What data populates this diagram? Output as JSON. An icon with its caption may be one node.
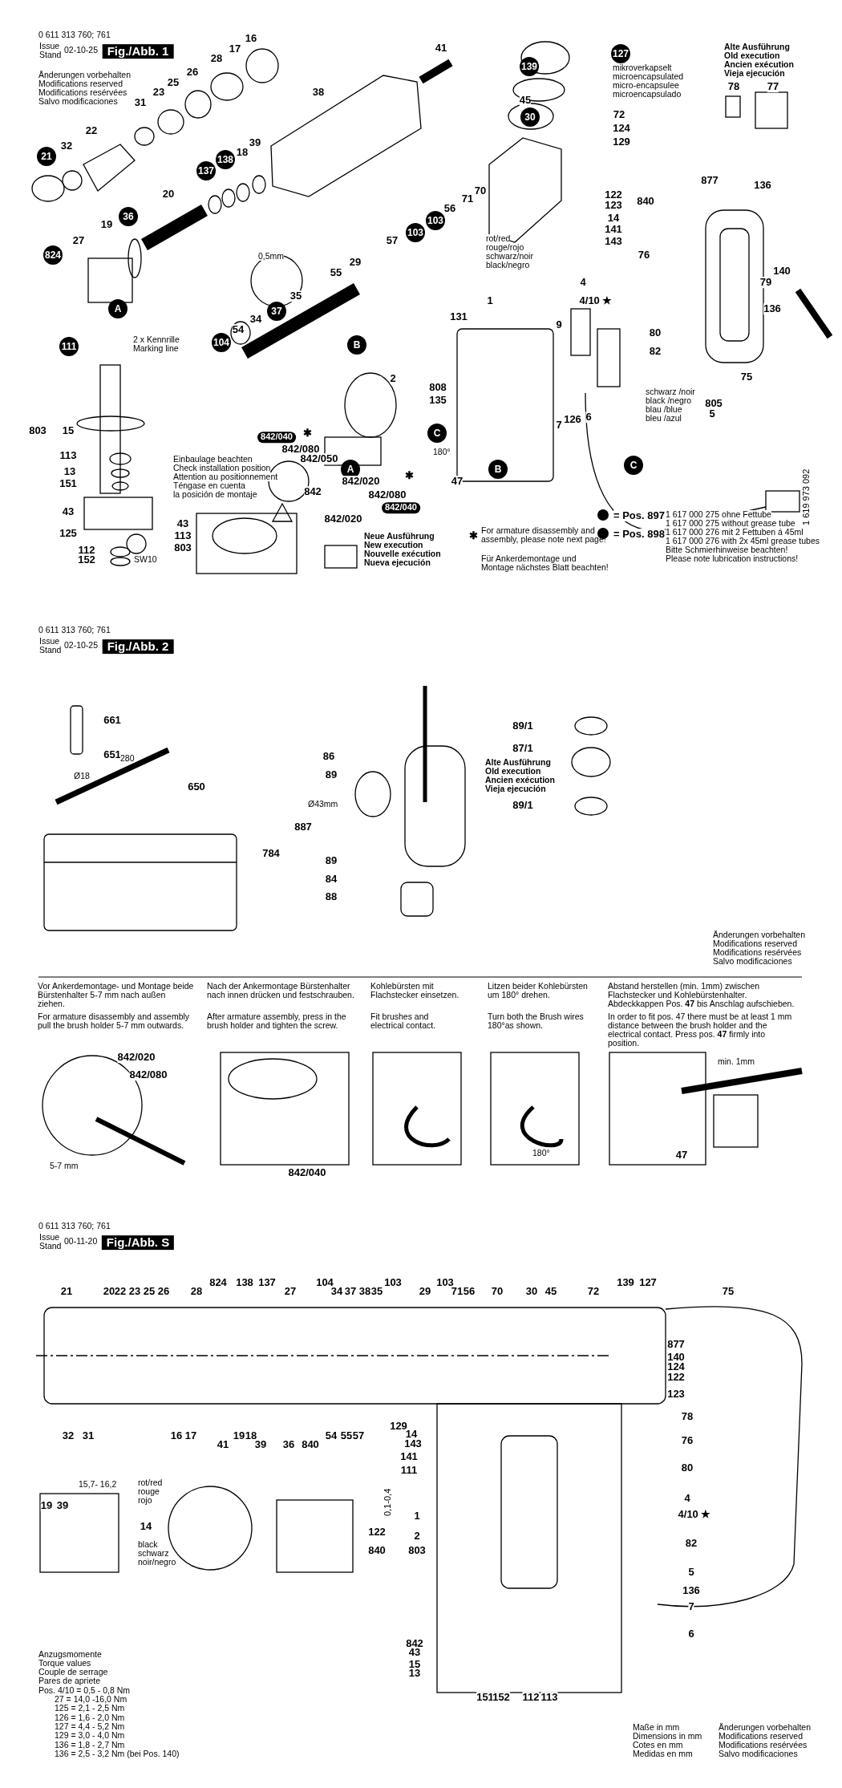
{
  "diagram": {
    "labels": [
      "0 611 313 760; 761",
      "Issue",
      "Stand",
      "02-10-25",
      "Fig./Abb. 1",
      "Änderungen vorbehalten",
      "Modifications reserved",
      "Modifications resérvées",
      "Salvo modificaciones",
      "16",
      "17",
      "28",
      "26",
      "25",
      "23",
      "31",
      "38",
      "22",
      "32",
      "21",
      "39",
      "18",
      "138",
      "137",
      "20",
      "36",
      "19",
      "27",
      "824",
      "A",
      "111",
      "2 x Kennrille",
      "Marking line",
      "41",
      "139",
      "127",
      "mikroverkapselt",
      "microencapsulated",
      "micro-encapsulee",
      "microencapsulado",
      "Alte Ausführung",
      "Old execution",
      "Ancien exécution",
      "Vieja ejecución",
      "78",
      "77",
      "45",
      "30",
      "72",
      "124",
      "129",
      "57",
      "103",
      "103",
      "56",
      "71",
      "70",
      "rot/red",
      "rouge/rojo",
      "schwarz/noir",
      "black/negro",
      "122",
      "123",
      "840",
      "14",
      "141",
      "143",
      "877",
      "136",
      "76",
      "4",
      "79",
      "140",
      "1",
      "4/10 ★",
      "131",
      "9",
      "80",
      "136",
      "82",
      "75",
      "808",
      "135",
      "schwarz /noir",
      "black /negro",
      "blau /blue",
      "bleu /azul",
      "805",
      "5",
      "2",
      "29",
      "55",
      "0,5mm",
      "35",
      "37",
      "34",
      "54",
      "104",
      "B",
      "803",
      "15",
      "113",
      "13",
      "151",
      "43",
      "125",
      "112",
      "152",
      "SW10",
      "Einbaulage beachten",
      "Check installation position",
      "Attention au positionnement",
      "Téngase en cuenta",
      "la posición de montaje",
      "43",
      "113",
      "803",
      "842/040",
      "✱",
      "842/080",
      "842/050",
      "A",
      "842/020",
      "842",
      "✱",
      "842/080",
      "842/040",
      "842/020",
      "Neue Ausführung",
      "New execution",
      "Nouvelle exécution",
      "Nueva ejecución",
      "C",
      "180°",
      "47",
      "B",
      "7",
      "126",
      "6",
      "C",
      "✱",
      "For armature disassembly and assembly, please note next page!",
      "Für Ankerdemontage und Montage nächstes Blatt beachten!",
      "= Pos. 897",
      "= Pos. 898",
      "1 617 000 275 ohne Fettube",
      "1 617 000 275 without grease tube",
      "1 617 000 276 mit 2 Fettuben á 45ml",
      "1 617 000 276 with 2x 45ml grease tubes",
      "Bitte Schmierhinweise beachten!",
      "Please note lubrication instructions!",
      "1 619 973 092",
      "0 611 313 760; 761",
      "Issue",
      "Stand",
      "02-10-25",
      "Fig./Abb. 2",
      "661",
      "651",
      "Ø18",
      "280",
      "650",
      "86",
      "89",
      "Ø43mm",
      "887",
      "784",
      "89",
      "84",
      "88",
      "89/1",
      "87/1",
      "Alte Ausführung",
      "Old execution",
      "Ancien exécution",
      "Vieja ejecución",
      "89/1",
      "Änderungen vorbehalten",
      "Modifications reserved",
      "Modifications resérvées",
      "Salvo modificaciones",
      "Vor Ankerdemontage- und Montage beide Bürstenhalter 5-7 mm nach außen ziehen.",
      "For armature disassembly and assembly pull the brush holder 5-7 mm outwards.",
      "Nach der Ankermontage Bürstenhalter nach innen drücken und festschrauben.",
      "After armature assembly, press in the brush holder and tighten the screw.",
      "Kohlebürsten mit Flachstecker einsetzen.",
      "Fit brushes and electrical contact.",
      "Litzen beider Kohlebürsten um 180° drehen.",
      "Turn both the Brush wires 180°as shown.",
      "Abstand herstellen (min. 1mm) zwischen Flachstecker und Kohlebürstenhalter. Abdeckkappen Pos. **47** bis Anschlag aufschieben.",
      "In order to fit pos. 47 there must be at least 1 mm distance between the brush holder and the electrical contact. Press pos. **47** firmly into position.",
      "842/020",
      "842/080",
      "5-7 mm",
      "842/040",
      "180°",
      "min. 1mm",
      "47",
      "0 611 313 760; 761",
      "Issue",
      "Stand",
      "00-11-20",
      "Fig./Abb. S",
      "21",
      "20",
      "22",
      "23",
      "25",
      "26",
      "28",
      "824",
      "138",
      "137",
      "27",
      "104",
      "34",
      "37",
      "38",
      "35",
      "103",
      "29",
      "103",
      "71",
      "56",
      "70",
      "30",
      "45",
      "72",
      "139",
      "127",
      "75",
      "32",
      "31",
      "16",
      "17",
      "41",
      "19",
      "18",
      "39",
      "36",
      "840",
      "54",
      "55",
      "57",
      "129",
      "14",
      "143",
      "141",
      "111",
      "877",
      "140",
      "124",
      "122",
      "123",
      "78",
      "76",
      "80",
      "4",
      "4/10 ★",
      "15,7- 16,2",
      "19",
      "39",
      "rot/red",
      "rouge",
      "rojo",
      "14",
      "black",
      "schwarz",
      "noir/negro",
      "0,1-0,4",
      "122",
      "840",
      "1",
      "2",
      "803",
      "82",
      "5",
      "136",
      "7",
      "6",
      "842",
      "43",
      "15",
      "13",
      "151",
      "152",
      "112",
      "113",
      "Anzugsmomente",
      "Torque values",
      "Couple de serrage",
      "Pares de apriete",
      "Pos. 4/10 = 0,5 - 0,8 Nm",
      "27 = 14,0 -16,0 Nm",
      "125 = 2,1 - 2,5 Nm",
      "126 = 1,6 - 2,0 Nm",
      "127 = 4,4 - 5,2 Nm",
      "129 = 3,0 - 4,0 Nm",
      "136 = 1,8 - 2,7 Nm",
      "136 = 2,5 - 3,2 Nm (bei Pos. 140)",
      "Maße in mm",
      "Dimensions in mm",
      "Cotes en mm",
      "Medidas en mm",
      "Änderungen vorbehalten",
      "Modifications reserved",
      "Modifications resérvées",
      "Salvo modificaciones"
    ]
  }
}
